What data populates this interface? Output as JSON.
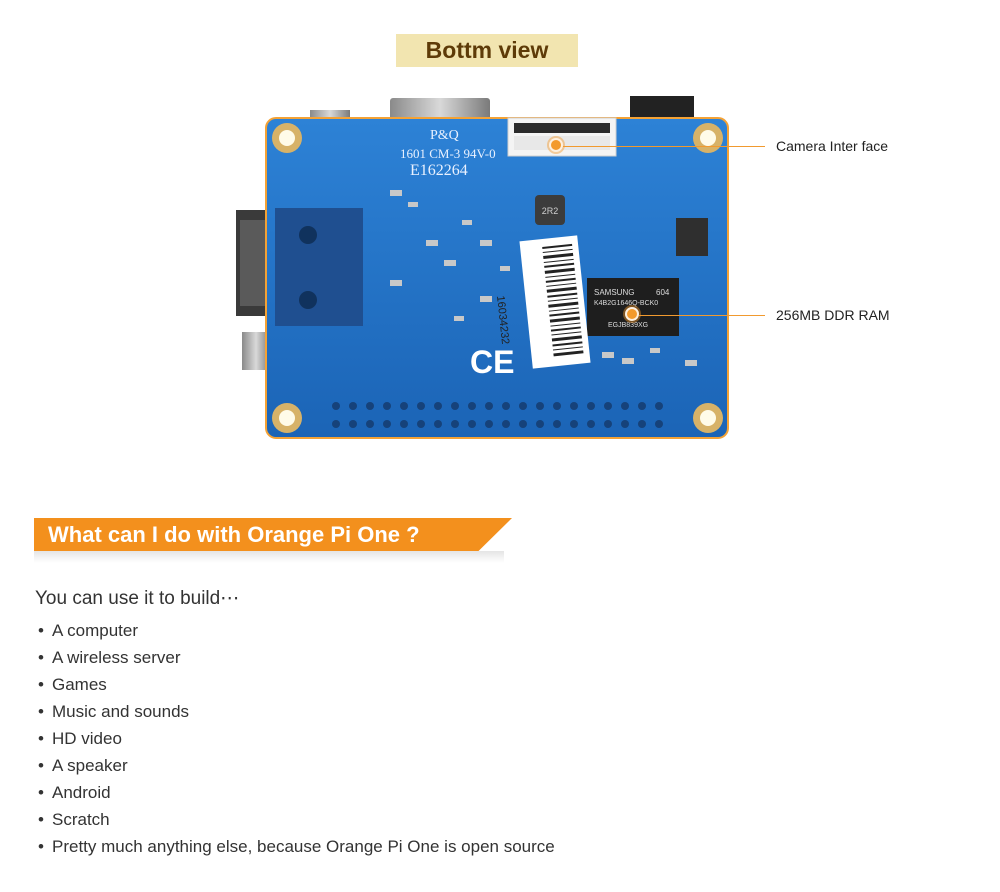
{
  "header": {
    "title": "Bottm view"
  },
  "board": {
    "pcb_text": [
      "P&Q",
      "1601 CM-3 94V-0",
      "E162264"
    ],
    "ram_chip_text": [
      "SAMSUNG",
      "604",
      "K4B2G1646Q-BCK0",
      "EGJB839XG"
    ],
    "barcode_number": "16034232",
    "ce_mark": "CE",
    "chip_label": "2R2"
  },
  "callouts": [
    {
      "label": "Camera Inter face"
    },
    {
      "label": "256MB DDR RAM"
    }
  ],
  "section": {
    "title": "What can I do with Orange Pi One ?",
    "intro": "You can use it to build⋯",
    "bullet": "•",
    "items": [
      "A computer",
      "A wireless server",
      "Games",
      "Music and sounds",
      "HD video",
      "A speaker",
      "Android",
      "Scratch",
      "Pretty much anything else, because Orange Pi One  is open source"
    ]
  },
  "colors": {
    "accent": "#f3901d",
    "title_badge_bg": "#f2e5b0",
    "title_text": "#5e3b08",
    "pcb_blue": "#1d6fc4",
    "callout_line": "#f19a2f"
  }
}
